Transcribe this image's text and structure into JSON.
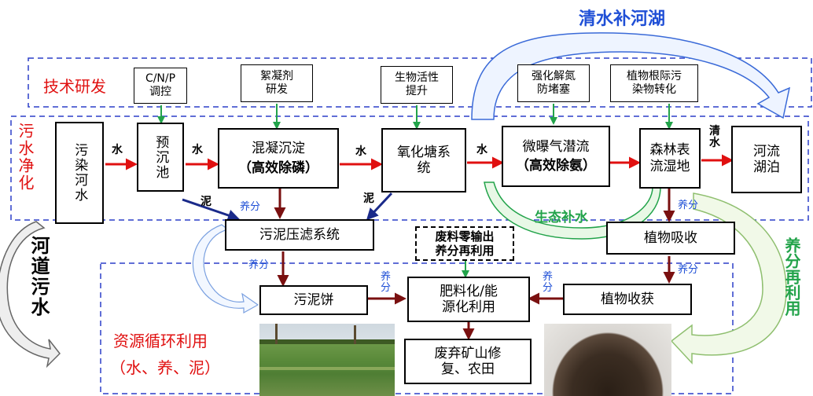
{
  "colors": {
    "red": "#e01010",
    "green": "#22a34a",
    "blue": "#1f4fd6",
    "dark_red": "#7a1010",
    "navy": "#1a2a8a"
  },
  "top_label": "清水补河湖",
  "tech": {
    "title": "技术研发",
    "items": [
      "C/N/P\n调控",
      "絮凝剂\n研发",
      "生物活性\n提升",
      "强化解氮\n防堵塞",
      "植物根际污\n染物转化"
    ]
  },
  "sewage": {
    "title": "污水净化",
    "side_label": "河道污水",
    "boxes": {
      "river_water": "污染河水",
      "pre_pond": "预沉池",
      "coag": "混凝沉淀",
      "coag_sub": "（高效除磷）",
      "oxid": "氧化塘系\n统",
      "aer": "微曝气潜流",
      "aer_sub": "（高效除氨）",
      "wetland": "森林表\n流湿地",
      "lake": "河流\n湖泊"
    },
    "flow_labels": {
      "water": "水",
      "clear_water": "清\n水",
      "mud": "泥",
      "nutrient": "养分"
    },
    "eco_label": "生态补水"
  },
  "resource": {
    "title": "资源循环利用",
    "subtitle": "（水、养、泥）",
    "boxes": {
      "sludge_filter": "污泥压滤系统",
      "zero_waste": "废料零输出\n养分再利用",
      "plant_absorb": "植物吸收",
      "sludge_cake": "污泥饼",
      "fertilizer": "肥料化/能\n源化利用",
      "harvest": "植物收获",
      "mine": "废弃矿山修\n复、农田"
    },
    "right_label": "养分再利用",
    "nutrient_labels": [
      "养分",
      "养分",
      "养分",
      "养\n分",
      "养\n分"
    ]
  }
}
